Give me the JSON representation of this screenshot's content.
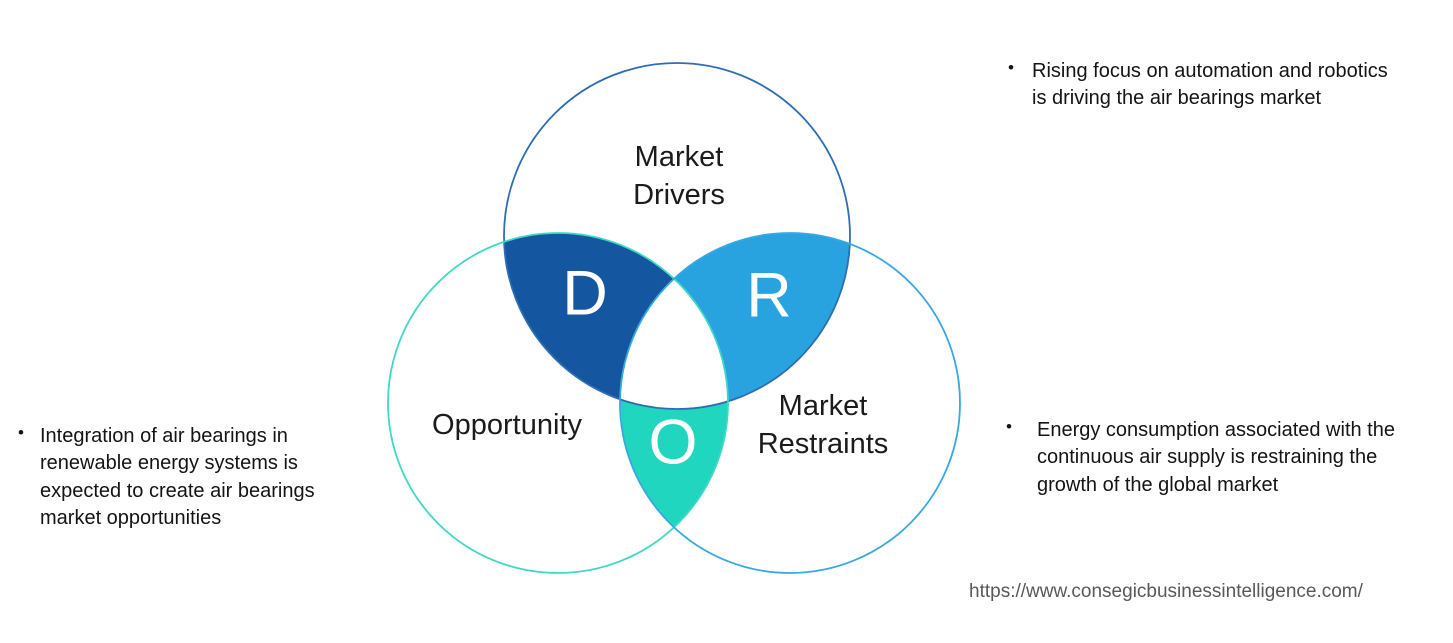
{
  "colors": {
    "background": "#ffffff",
    "drivers_stroke": "#2e6db4",
    "opportunity_stroke": "#3ed9c4",
    "restraints_stroke": "#36a9e1",
    "drivers_overlap_fill": "#1456a0",
    "restraints_overlap_fill": "#29a2e0",
    "opportunity_overlap_fill": "#20d6be",
    "label_text": "#1b1b1b",
    "note_text": "#141414",
    "overlap_letter": "#ffffff",
    "url_text": "#595959"
  },
  "venn": {
    "drivers_label_line1": "Market",
    "drivers_label_line2": "Drivers",
    "opportunity_label": "Opportunity",
    "restraints_label_line1": "Market",
    "restraints_label_line2": "Restraints",
    "drivers_letter": "D",
    "restraints_letter": "R",
    "opportunity_letter": "O"
  },
  "notes": {
    "automation": {
      "bullet": "•",
      "text": "Rising focus on automation and robotics is driving the air bearings market"
    },
    "integration": {
      "bullet": "•",
      "text": "Integration of air bearings in renewable energy systems is expected to create air bearings market opportunities"
    },
    "energy": {
      "bullet": "•",
      "text": "Energy consumption associated with the continuous air supply is restraining the growth of the global market"
    }
  },
  "footer": {
    "url": "https://www.consegicbusinessintelligence.com/"
  }
}
